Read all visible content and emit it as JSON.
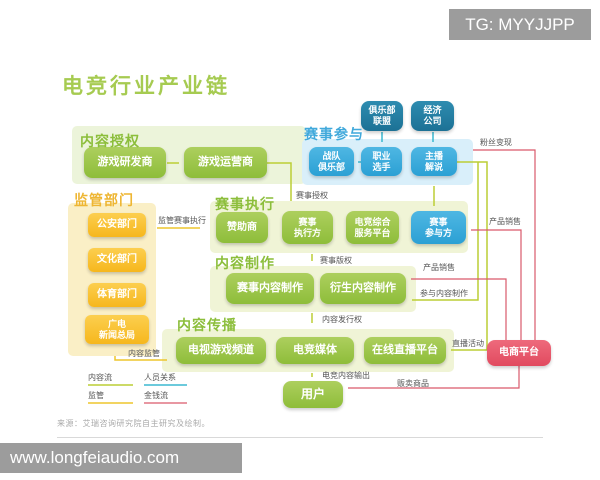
{
  "title": "电竞行业产业链",
  "watermarks": {
    "top_right": "TG: MYYJJPP",
    "bottom_left": "www.longfeiaudio.com"
  },
  "source_note": "来源：艾瑞咨询研究院自主研究及绘制。",
  "colors": {
    "title_green": "#a6cb51",
    "header_green": "#8cbe3b",
    "header_yellow": "#eeb633",
    "header_blue": "#41a9db",
    "panel_green_bg": "#ecf4da",
    "panel_lime_bg": "#f0f4d6",
    "panel_yellow_bg": "#faefc6",
    "panel_blue_bg": "#d9effa",
    "node_green": "#95c23f",
    "node_yellow": "#f9be2b",
    "node_blue": "#35aadc",
    "node_teal": "#21799e",
    "node_red": "#e65568",
    "flow_content": "#bcce35",
    "flow_people": "#3bb8d0",
    "flow_supervision": "#edc52d",
    "flow_money": "#d9596b",
    "watermark_bg": "#9c9c9c"
  },
  "sections": {
    "content_auth": {
      "title": "内容授权",
      "nodes": {
        "developer": "游戏研发商",
        "operator": "游戏运营商"
      }
    },
    "regulators": {
      "title": "监管部门",
      "nodes": {
        "police": "公安部门",
        "culture": "文化部门",
        "sports": "体育部门",
        "radio_tv": "广电\n新闻总局"
      }
    },
    "participation": {
      "title": "赛事参与",
      "nodes": {
        "club_alliance": "俱乐部\n联盟",
        "agency": "经济\n公司",
        "team_club": "战队\n俱乐部",
        "pro_player": "职业\n选手",
        "streamer": "主播\n解说"
      }
    },
    "execution": {
      "title": "赛事执行",
      "nodes": {
        "sponsor": "赞助商",
        "executor": "赛事\n执行方",
        "service_platform": "电竞综合\n服务平台",
        "participant": "赛事\n参与方"
      }
    },
    "production": {
      "title": "内容制作",
      "nodes": {
        "event_content": "赛事内容制作",
        "derivative_content": "衍生内容制作"
      }
    },
    "distribution": {
      "title": "内容传播",
      "nodes": {
        "tv_channel": "电视游戏频道",
        "esports_media": "电竞媒体",
        "live_platform": "在线直播平台"
      }
    },
    "user": "用户",
    "ecommerce": "电商平台"
  },
  "flow_labels": {
    "event_auth": "赛事授权",
    "supervise_execution": "监管赛事执行",
    "event_copyright": "赛事版权",
    "product_sales_top": "产品销售",
    "product_sales_mid": "产品销售",
    "join_production": "参与内容制作",
    "distribution_rights": "内容发行权",
    "fan_monetization": "粉丝变现",
    "live_activity": "直播活动",
    "content_output": "电竞内容输出",
    "sell_goods": "贩卖商品",
    "content_supervision": "内容监管"
  },
  "legend": {
    "content_flow": "内容流",
    "people_relation": "人员关系",
    "supervision": "监管",
    "money_flow": "金钱流"
  }
}
